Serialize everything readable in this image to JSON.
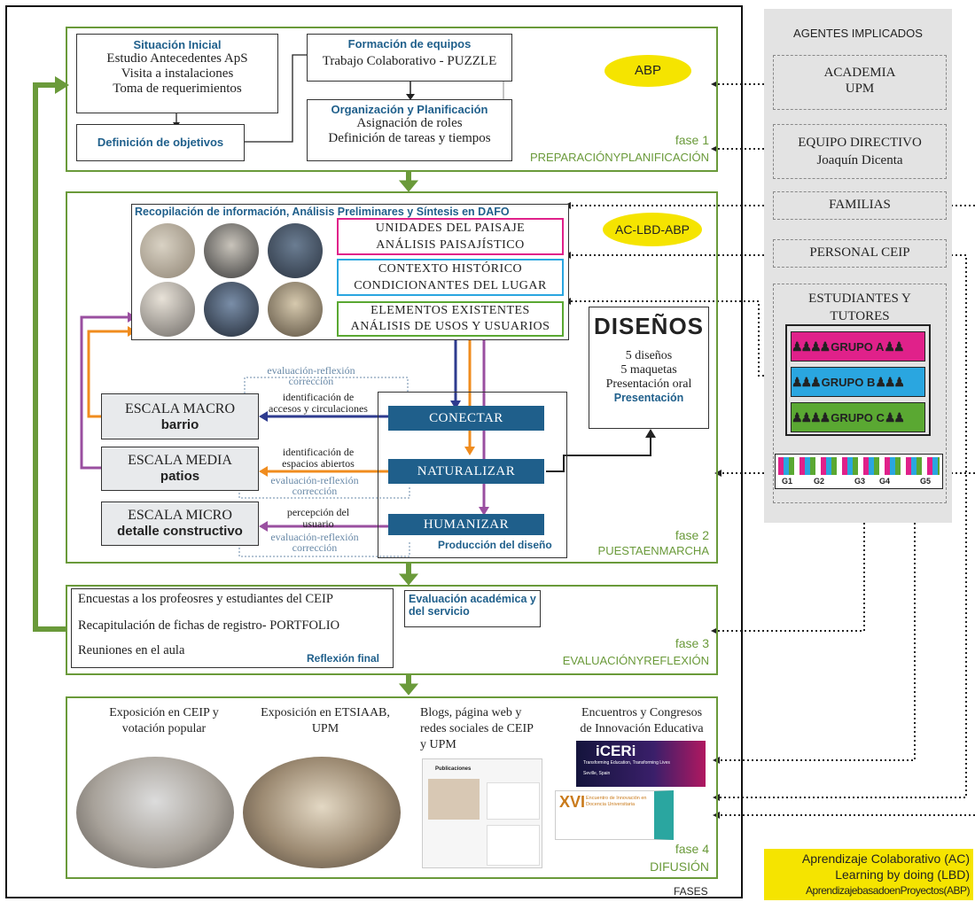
{
  "phase1": {
    "situacion_title": "Situación Inicial",
    "situacion_lines": [
      "Estudio Antecedentes ApS",
      "Visita a instalaciones",
      "Toma de requerimientos"
    ],
    "definicion": "Definición de objetivos",
    "formacion_title": "Formación de equipos",
    "formacion_text": "Trabajo Colaborativo - PUZZLE",
    "organizacion_title": "Organización y Planificación",
    "organizacion_lines": [
      "Asignación de roles",
      "Definición de tareas y tiempos"
    ],
    "badge": "ABP",
    "fase": "fase 1",
    "name": "PREPARACIÓNYPLANIFICACIÓN"
  },
  "phase2": {
    "recop_title": "Recopilación de información, Análisis Preliminares y Síntesis en DAFO",
    "badge": "AC-LBD-ABP",
    "box_pink": [
      "UNIDADES DEL PAISAJE",
      "ANÁLISIS PAISAJÍSTICO"
    ],
    "box_blue": [
      "CONTEXTO HISTÓRICO",
      "CONDICIONANTES DEL LUGAR"
    ],
    "box_green": [
      "ELEMENTOS EXISTENTES",
      "ANÁLISIS DE USOS Y USUARIOS"
    ],
    "disenos_title": "DISEÑOS",
    "disenos_lines": [
      "5 diseños",
      "5 maquetas",
      "Presentación oral"
    ],
    "presentacion": "Presentación",
    "eval_text": "evaluación-reflexión",
    "correccion_text": "corrección",
    "macro": [
      "ESCALA MACRO",
      "barrio"
    ],
    "media": [
      "ESCALA MEDIA",
      "patios"
    ],
    "micro": [
      "ESCALA MICRO",
      "detalle constructivo"
    ],
    "ident1": [
      "identificación de",
      "accesos y circulaciones"
    ],
    "ident2": [
      "identificación de",
      "espacios abiertos"
    ],
    "ident3": [
      "percepción del",
      "usuario"
    ],
    "conectar": "CONECTAR",
    "naturalizar": "NATURALIZAR",
    "humanizar": "HUMANIZAR",
    "produccion": "Producción del diseño",
    "fase": "fase 2",
    "name": "PUESTAENMARCHA"
  },
  "phase3": {
    "lines": [
      "Encuestas a los profeosres y estudiantes del CEIP",
      "Recapitulación de fichas de registro- PORTFOLIO",
      "Reuniones en el aula"
    ],
    "reflexion": "Reflexión final",
    "evaluacion": [
      "Evaluación académica y",
      "del servicio"
    ],
    "fase": "fase 3",
    "name": "EVALUACIÓNYREFLEXIÓN"
  },
  "phase4": {
    "col1": [
      "Exposición en CEIP y",
      "votación popular"
    ],
    "col2": [
      "Exposición en ETSIAAB,",
      "UPM"
    ],
    "col3": [
      "Blogs, página web y",
      "redes sociales de CEIP",
      "y UPM"
    ],
    "col4": [
      "Encuentros y Congresos",
      "de Innovación Educativa"
    ],
    "iceri": "iCERi",
    "iceri_sub": "Transforming Education, Transforming Lives",
    "iceri_loc": "Seville, Spain",
    "xvi": "XVI",
    "xvi_sub": [
      "Encuentro de Innovación en",
      "Docencia Universitaria"
    ],
    "publicaciones": "Publicaciones",
    "fase": "fase 4",
    "name": "DIFUSIÓN"
  },
  "fases_label": "FASES",
  "agents": {
    "title": "AGENTES IMPLICADOS",
    "academia": [
      "ACADEMIA",
      "UPM"
    ],
    "directivo": [
      "EQUIPO DIRECTIVO",
      "Joaquín Dicenta"
    ],
    "familias": "FAMILIAS",
    "personal": "PERSONAL CEIP",
    "estudiantes": [
      "ESTUDIANTES Y",
      "TUTORES"
    ],
    "grupo_a": "GRUPO A",
    "grupo_b": "GRUPO B",
    "grupo_c": "GRUPO C",
    "g_labels": [
      "G1",
      "G2",
      "G3",
      "G4",
      "G5"
    ]
  },
  "legend": [
    "Aprendizaje Colaborativo (AC)",
    "Learning by doing (LBD)",
    "AprendizajebasadoenProyectos(ABP)"
  ],
  "colors": {
    "green": "#6a9a3a",
    "blue": "#1f5f8b",
    "pink": "#e0218a",
    "cyan": "#2aa6e0",
    "lime": "#5aa832",
    "yellow": "#f5e400",
    "orange": "#f08c1e",
    "purple": "#9a4fa0",
    "navy": "#2e3b8f"
  }
}
